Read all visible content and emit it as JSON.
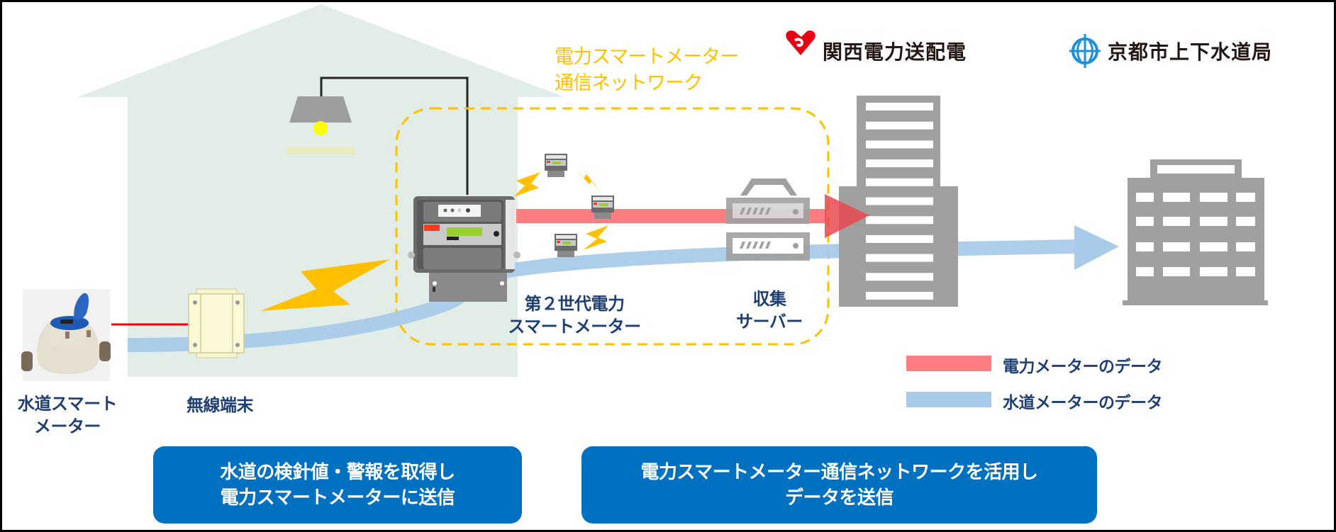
{
  "network_label": "電力スマートメーター\n通信ネットワーク",
  "logos": {
    "kansai": {
      "text": "関西電力送配電",
      "icon": "kansai-heart-logo-icon",
      "color": "#E60012"
    },
    "kyoto": {
      "text": "京都市上下水道局",
      "icon": "kyoto-water-bureau-emblem-icon",
      "color": "#1E90D6"
    }
  },
  "labels": {
    "water_meter": "水道スマート\nメーター",
    "wireless_terminal": "無線端末",
    "smart_meter": "第２世代電力\nスマートメーター",
    "server": "収集\nサーバー"
  },
  "legend": [
    {
      "label": "電力メーターのデータ",
      "color": "#FF7C80"
    },
    {
      "label": "水道メーターのデータ",
      "color": "#A9CBEA"
    }
  ],
  "callouts": [
    {
      "text": "水道の検針値・警報を取得し\n電力スマートメーターに送信"
    },
    {
      "text": "電力スマートメーター通信ネットワークを活用し\nデータを送信"
    }
  ],
  "colors": {
    "house": "#E2EDE8",
    "network_dash": "#FFC000",
    "bolt": "#FFC000",
    "power_data": "#FF7C80",
    "water_data": "#A9CBEA",
    "building": "#A0A0A0",
    "callout_bg": "#0070C0",
    "label_text": "#1F3F73"
  }
}
